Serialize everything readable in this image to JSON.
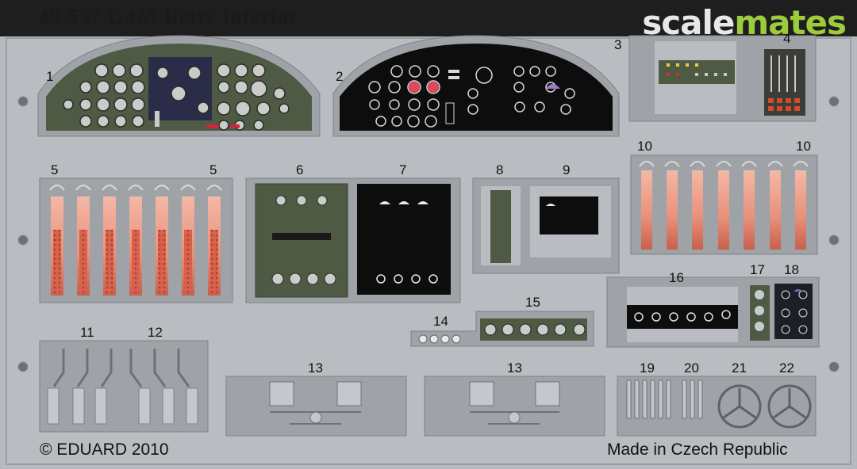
{
  "title": "49 537  G4M Betty interior",
  "brand": {
    "part1": "scale",
    "part2": "mates"
  },
  "part_numbers": {
    "p1": "1",
    "p2": "2",
    "p3": "3",
    "p4": "4",
    "p5a": "5",
    "p5b": "5",
    "p6": "6",
    "p7": "7",
    "p8": "8",
    "p9": "9",
    "p10a": "10",
    "p10b": "10",
    "p11": "11",
    "p12": "12",
    "p13a": "13",
    "p13b": "13",
    "p14": "14",
    "p15": "15",
    "p16": "16",
    "p17": "17",
    "p18": "18",
    "p19": "19",
    "p20": "20",
    "p21": "21",
    "p22": "22"
  },
  "copyright": "© EDUARD 2010",
  "made_in": "Made in Czech Republic",
  "colors": {
    "fret": "#b6babf",
    "olive_panel": "#4f5a45",
    "black_panel": "#0d0d0d",
    "belt": "#e8907a",
    "brand_green": "#9ccc3c"
  }
}
